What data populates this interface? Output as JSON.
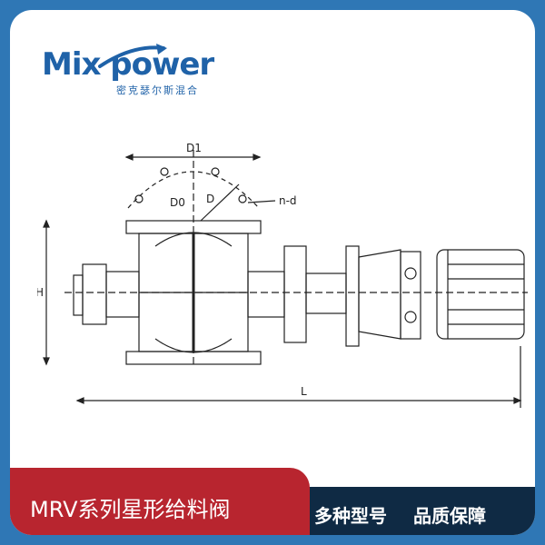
{
  "logo": {
    "wordmark": "Mix power",
    "subtitle": "密克瑟尔斯混合",
    "brand_color": "#1f62a8"
  },
  "drawing": {
    "labels": {
      "d1": "D1",
      "d0": "D0",
      "d": "D",
      "nd": "n-d",
      "h": "H",
      "l": "L"
    }
  },
  "banner": {
    "title": "MRV系列星形给料阀",
    "features": [
      "多种型号",
      "品质保障"
    ],
    "accent_color": "#b8252f",
    "dark_color": "#0f2a44"
  }
}
